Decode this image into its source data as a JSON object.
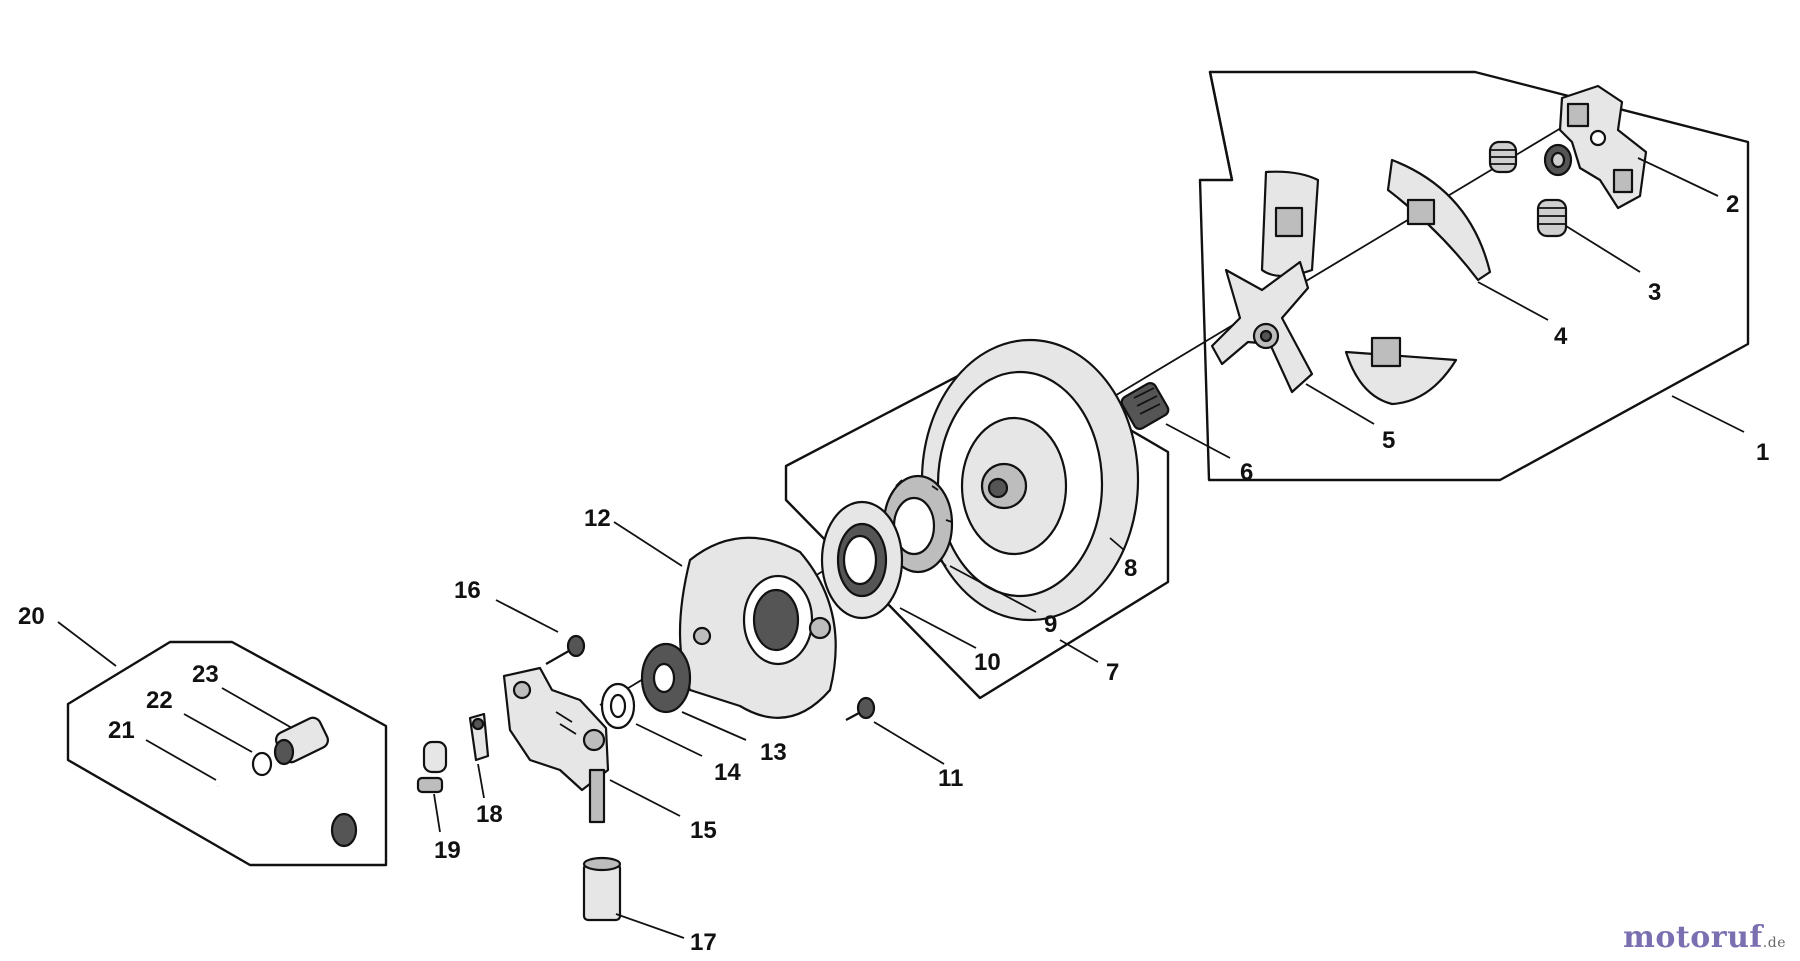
{
  "labels": {
    "p1": "1",
    "p2": "2",
    "p3": "3",
    "p4": "4",
    "p5": "5",
    "p6": "6",
    "p7": "7",
    "p8": "8",
    "p9": "9",
    "p10": "10",
    "p11": "11",
    "p12": "12",
    "p13": "13",
    "p14": "14",
    "p15": "15",
    "p16": "16",
    "p17": "17",
    "p18": "18",
    "p19": "19",
    "p20": "20",
    "p21": "21",
    "p22": "22",
    "p23": "23"
  },
  "watermark": {
    "main": "motoruf",
    "tld": ".de"
  },
  "colors": {
    "ink": "#111111",
    "fill_light": "#e6e6e6",
    "fill_mid": "#bdbdbd",
    "fill_dark": "#555555",
    "watermark": "#7a6fb0"
  }
}
